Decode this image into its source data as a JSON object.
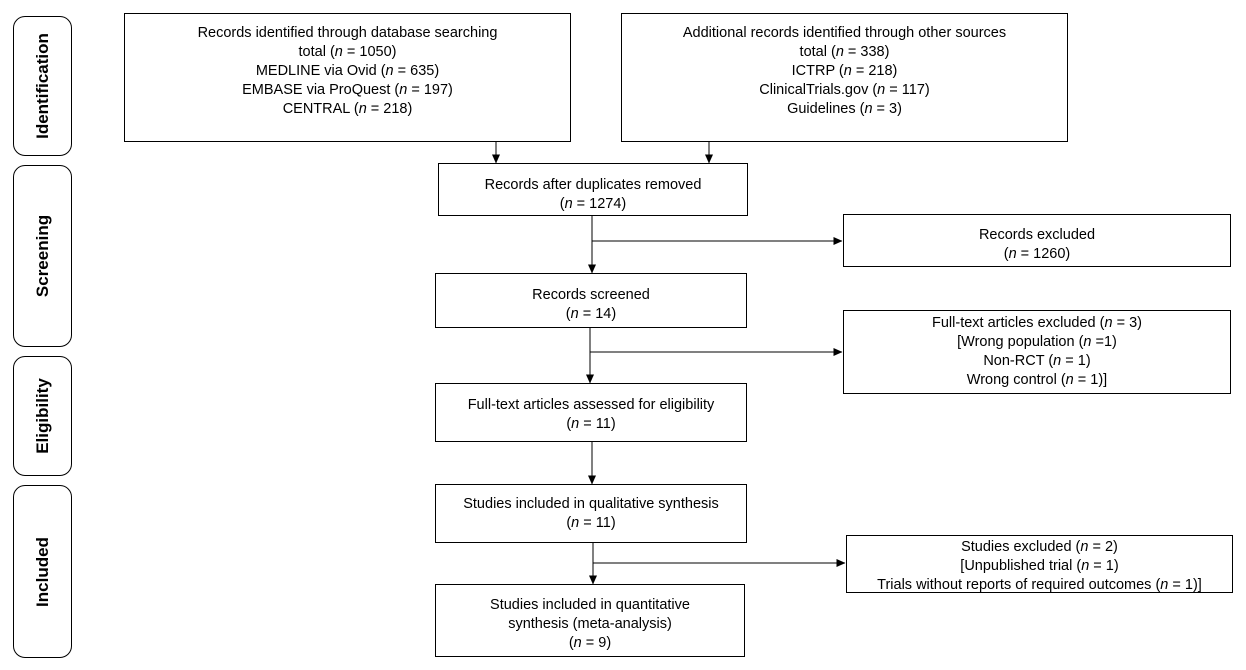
{
  "stages": {
    "identification": "Identification",
    "screening": "Screening",
    "eligibility": "Eligibility",
    "included": "Included"
  },
  "boxes": {
    "database": {
      "lines": [
        {
          "pre": "Records identified through database searching",
          "n": "",
          "post": ""
        },
        {
          "pre": "total (",
          "n": "n",
          "post": " = 1050)"
        },
        {
          "pre": "MEDLINE via Ovid (",
          "n": "n",
          "post": " = 635)"
        },
        {
          "pre": "EMBASE via ProQuest (",
          "n": "n",
          "post": " = 197)"
        },
        {
          "pre": "CENTRAL (",
          "n": "n",
          "post": " = 218)"
        }
      ]
    },
    "other_sources": {
      "lines": [
        {
          "pre": "Additional records identified through  other sources",
          "n": "",
          "post": ""
        },
        {
          "pre": "total (",
          "n": "n",
          "post": " = 338)"
        },
        {
          "pre": "ICTRP (",
          "n": "n",
          "post": " = 218)"
        },
        {
          "pre": "ClinicalTrials.gov (",
          "n": "n",
          "post": " = 117)"
        },
        {
          "pre": "Guidelines (",
          "n": "n",
          "post": " = 3)"
        }
      ]
    },
    "duplicates_removed": {
      "lines": [
        {
          "pre": "Records after duplicates removed",
          "n": "",
          "post": ""
        },
        {
          "pre": "(",
          "n": "n",
          "post": " = 1274)"
        }
      ]
    },
    "records_excluded": {
      "lines": [
        {
          "pre": "Records excluded",
          "n": "",
          "post": ""
        },
        {
          "pre": "(",
          "n": "n",
          "post": " = 1260)"
        }
      ]
    },
    "records_screened": {
      "lines": [
        {
          "pre": "Records screened",
          "n": "",
          "post": ""
        },
        {
          "pre": "(",
          "n": "n",
          "post": " = 14)"
        }
      ]
    },
    "fulltext_excluded": {
      "lines": [
        {
          "pre": "Full-text  articles excluded (",
          "n": "n",
          "post": " = 3)"
        },
        {
          "pre": "[Wrong population (",
          "n": "n",
          "post": " =1)"
        },
        {
          "pre": "Non-RCT (",
          "n": "n",
          "post": " = 1)"
        },
        {
          "pre": "Wrong control (",
          "n": "n",
          "post": " = 1)]"
        }
      ]
    },
    "fulltext_assessed": {
      "lines": [
        {
          "pre": "Full-text  articles assessed for eligibility",
          "n": "",
          "post": ""
        },
        {
          "pre": "(",
          "n": "n",
          "post": " = 11)"
        }
      ]
    },
    "qualitative": {
      "lines": [
        {
          "pre": "Studies included in qualitative synthesis",
          "n": "",
          "post": ""
        },
        {
          "pre": "(",
          "n": "n",
          "post": " = 11)"
        }
      ]
    },
    "studies_excluded": {
      "lines": [
        {
          "pre": "Studies excluded (",
          "n": "n",
          "post": " = 2)"
        },
        {
          "pre": "[Unpublished trial (",
          "n": "n",
          "post": " = 1)"
        },
        {
          "pre": "Trials without reports of required outcomes (",
          "n": "n",
          "post": " = 1)]"
        }
      ]
    },
    "quantitative": {
      "lines": [
        {
          "pre": "Studies included in quantitative",
          "n": "",
          "post": ""
        },
        {
          "pre": "synthesis (meta-analysis)",
          "n": "",
          "post": ""
        },
        {
          "pre": "(",
          "n": "n",
          "post": " = 9)"
        }
      ]
    }
  }
}
